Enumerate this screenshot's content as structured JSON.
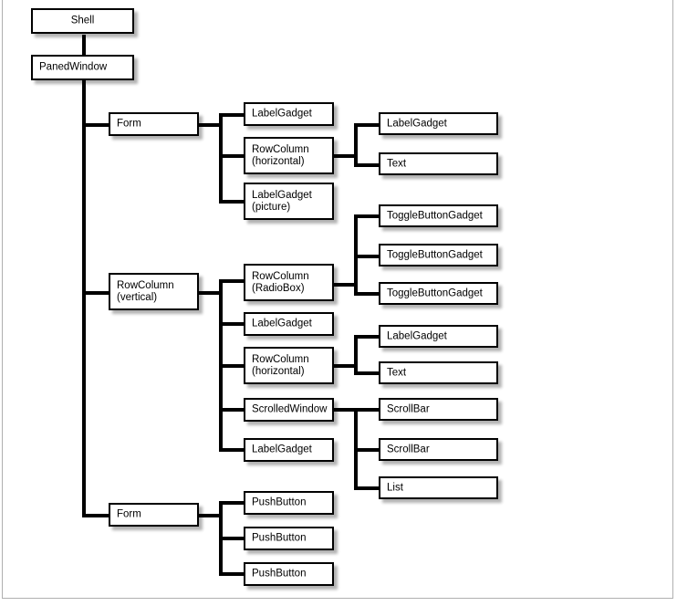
{
  "diagram": {
    "title_text": "",
    "type": "widget-hierarchy-tree",
    "background_color": "#ffffff",
    "box_border_color": "#000000",
    "box_fill_color": "#ffffff",
    "connector_color": "#000000",
    "frame_color": "#b0b0b0"
  },
  "nodes": {
    "shell": {
      "label": "Shell"
    },
    "paned_window": {
      "label": "PanedWindow"
    },
    "form_top": {
      "label": "Form"
    },
    "rowcolumn_vertical": {
      "label": "RowColumn\n(vertical)"
    },
    "form_bottom": {
      "label": "Form"
    },
    "form_top_children": [
      {
        "label": "LabelGadget"
      },
      {
        "label": "RowColumn\n(horizontal)"
      },
      {
        "label": "LabelGadget\n(picture)"
      }
    ],
    "form_top_grandchildren": [
      {
        "label": "LabelGadget"
      },
      {
        "label": "Text"
      }
    ],
    "rowcolumn_vertical_children": [
      {
        "label": "RowColumn\n(RadioBox)"
      },
      {
        "label": "LabelGadget"
      },
      {
        "label": "RowColumn\n(horizontal)"
      },
      {
        "label": "ScrolledWindow"
      },
      {
        "label": "LabelGadget"
      }
    ],
    "radiobox_children": [
      {
        "label": "ToggleButtonGadget"
      },
      {
        "label": "ToggleButtonGadget"
      },
      {
        "label": "ToggleButtonGadget"
      }
    ],
    "rowcolumn_horizontal2_children": [
      {
        "label": "LabelGadget"
      },
      {
        "label": "Text"
      }
    ],
    "scrolledwindow_children": [
      {
        "label": "ScrollBar"
      },
      {
        "label": "ScrollBar"
      },
      {
        "label": "List"
      }
    ],
    "form_bottom_children": [
      {
        "label": "PushButton"
      },
      {
        "label": "PushButton"
      },
      {
        "label": "PushButton"
      }
    ]
  }
}
